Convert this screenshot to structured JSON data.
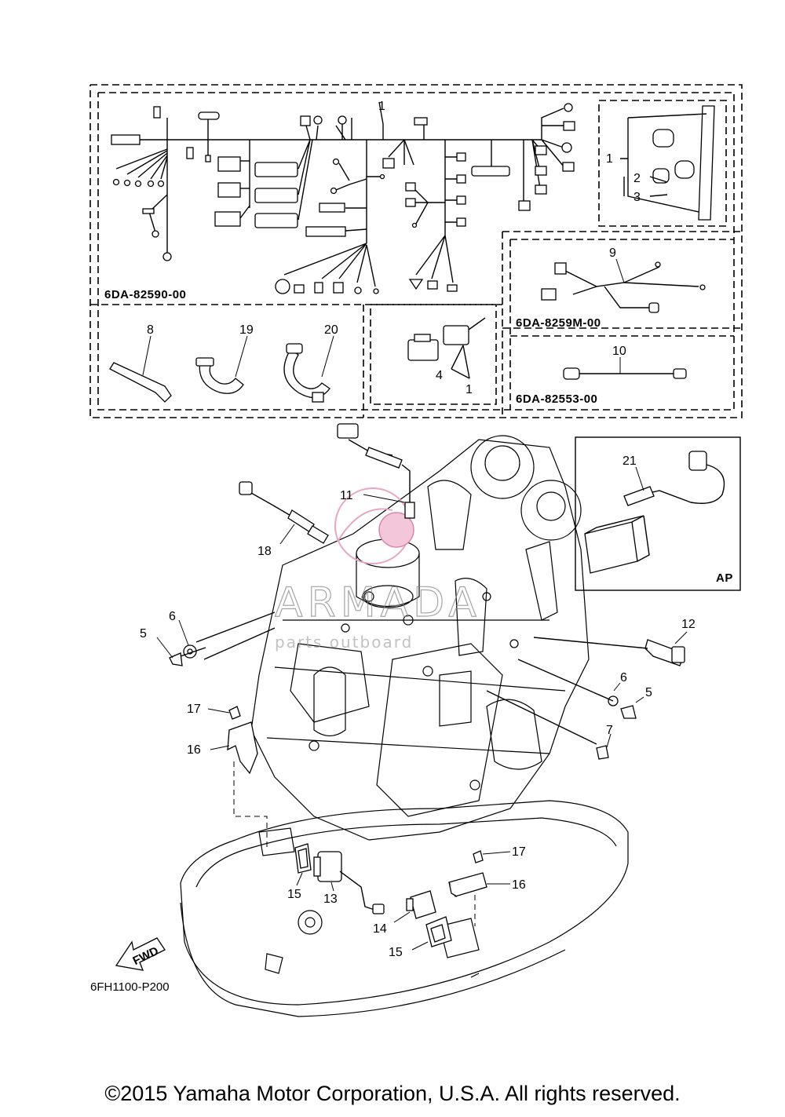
{
  "wiring_box": {
    "main_harness_code": "6DA-82590-00",
    "sub_harness_code": "6DA-8259M-00",
    "lead_code": "6DA-82553-00"
  },
  "callouts": {
    "harness_main": "1",
    "harness_top_right": "1",
    "clip_2": "2",
    "clip_3": "3",
    "sub_harness_9": "9",
    "lead_10": "10",
    "band_8": "8",
    "holder_19": "19",
    "holder_20": "20",
    "coupler_4": "4",
    "coupler_1": "1",
    "sensor_11": "11",
    "sensor_18": "18",
    "lead_21": "21",
    "sensor_12": "12",
    "bolt_5_left": "5",
    "washer_6_left": "6",
    "washer_6_right": "6",
    "bolt_5_right": "5",
    "bolt_7": "7",
    "screw_17_left": "17",
    "bracket_16_left": "16",
    "screw_17_right": "17",
    "bracket_16_right": "16",
    "grommet_15_left": "15",
    "switch_13": "13",
    "switch_14": "14",
    "grommet_15_right": "15"
  },
  "ap_label": "AP",
  "fwd_label": "FWD",
  "figure_code": "6FH1100-P200",
  "watermark": {
    "brand": "ARMADA",
    "tagline": "parts outboard"
  },
  "copyright": "©2015 Yamaha Motor Corporation, U.S.A. All rights reserved."
}
